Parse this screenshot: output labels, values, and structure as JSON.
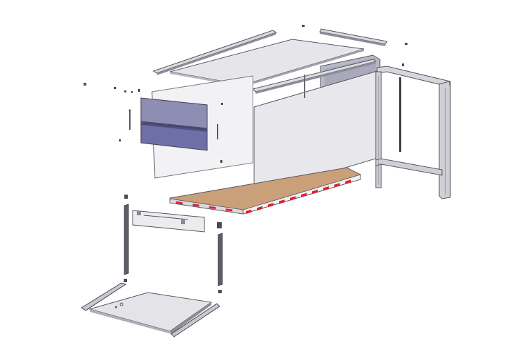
{
  "diagram": {
    "view": "exploded",
    "colors": {
      "background": "#ffffff",
      "panel_light": "#e6e6ea",
      "panel_mid": "#c9c9d2",
      "panel_shadow": "#9d9dab",
      "wood_floor": "#c9a07a",
      "floor_edge_red": "#e0202a",
      "storage_box": "#6f6fa8",
      "storage_box_top": "#8e8eb4",
      "frame": "#cfd0d6",
      "outline": "#55555f"
    },
    "components": [
      "roof-panel",
      "top-rail-left",
      "top-rail-right",
      "rear-wall-panel",
      "side-wall-panel",
      "front-frame",
      "floor-platform",
      "storage-box",
      "tail-lift-platform",
      "tail-lift-arm-left",
      "tail-lift-arm-right",
      "mounting-plate"
    ]
  }
}
